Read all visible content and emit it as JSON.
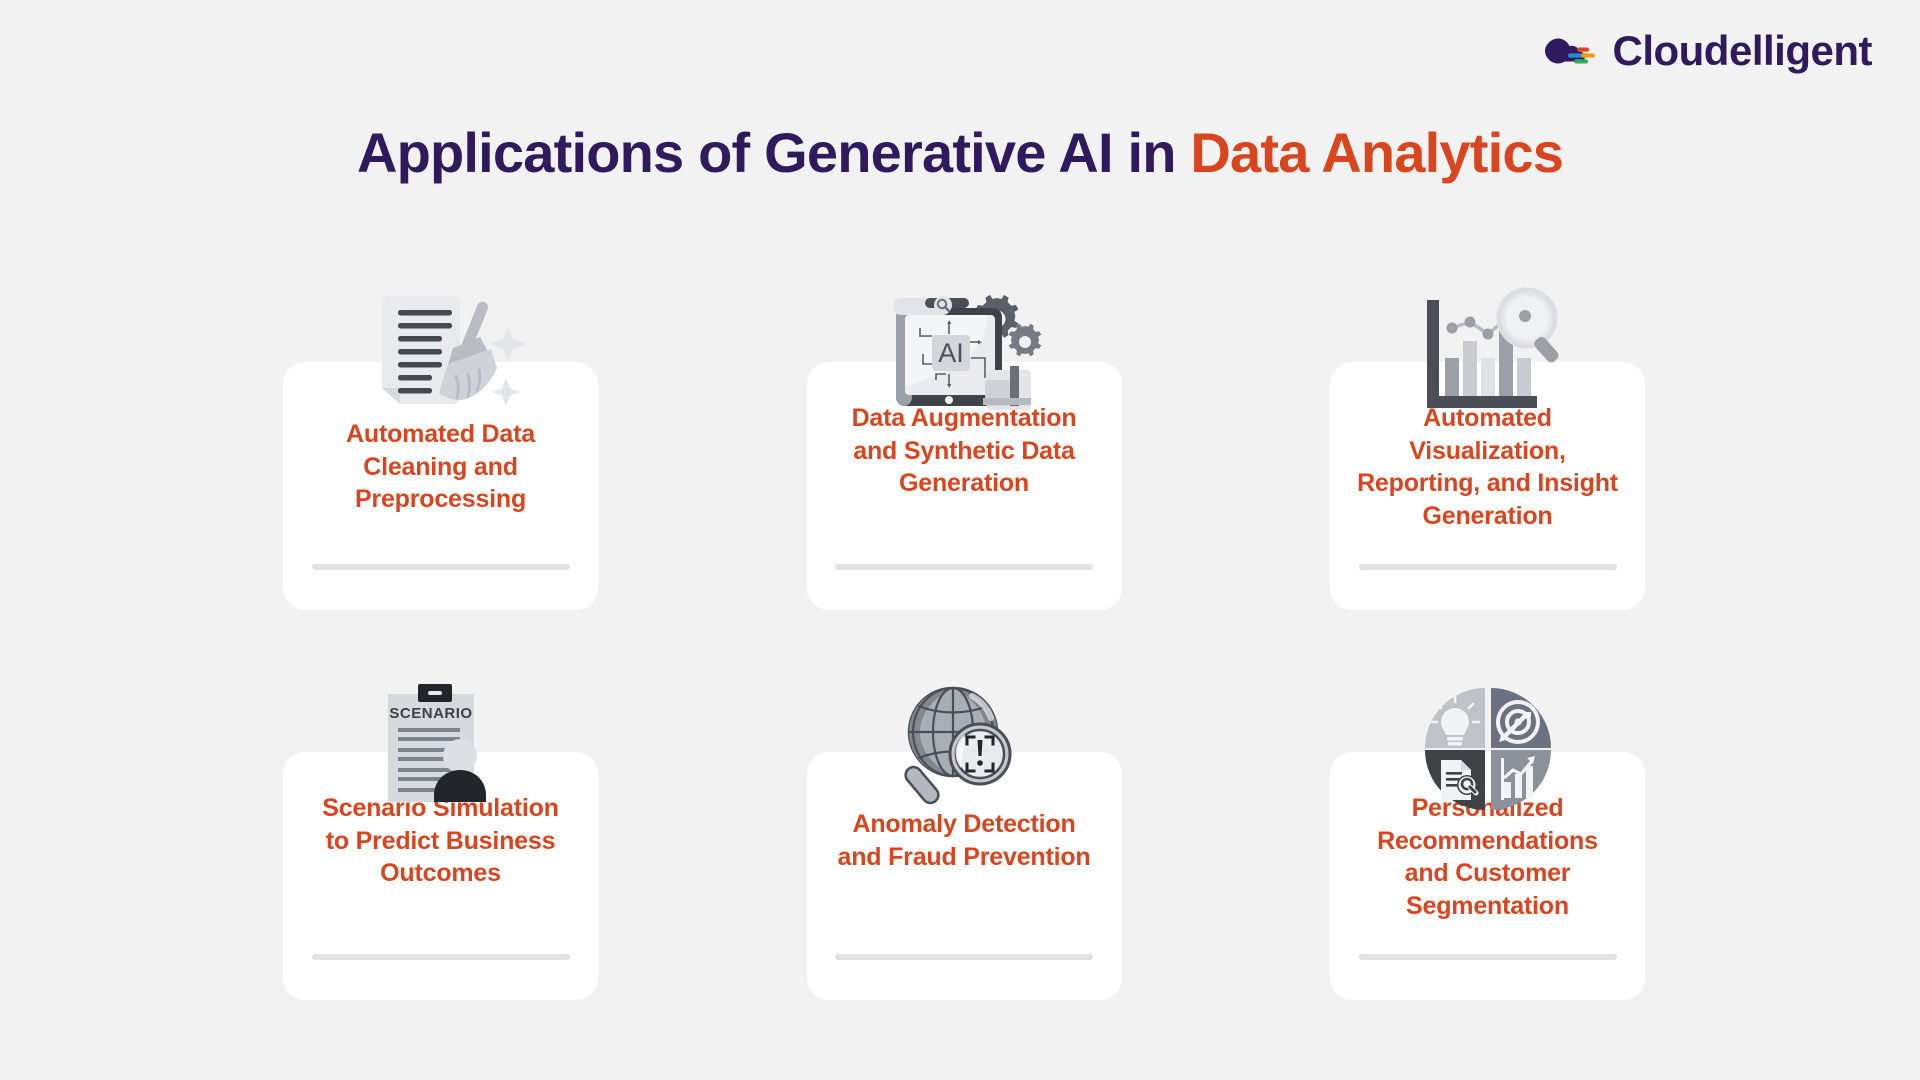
{
  "brand": {
    "name": "Cloudelligent",
    "logo_icon": "cloud-logo-icon",
    "navy": "#2f1a5e",
    "accent": "#d9451f",
    "bar_colors": [
      "#d9451f",
      "#1f8fd4",
      "#f59b10",
      "#2fae5e"
    ]
  },
  "title": {
    "primary": "Applications of Generative AI in",
    "highlight": "Data Analytics"
  },
  "background_color": "#f2f2f2",
  "card_background_color": "#ffffff",
  "divider_color": "#e2e2e2",
  "cards": [
    {
      "title": "Automated Data Cleaning and Preprocessing",
      "icon": "document-broom-sparkle-icon"
    },
    {
      "title": "Data Augmentation and Synthetic Data Generation",
      "icon": "tablet-ai-gears-icon",
      "icon_label": "AI"
    },
    {
      "title": "Automated Visualization, Reporting, and Insight Generation",
      "icon": "bar-chart-magnifier-icon"
    },
    {
      "title": "Scenario Simulation to Predict Business Outcomes",
      "icon": "clipboard-person-icon",
      "icon_label": "SCENARIO"
    },
    {
      "title": "Anomaly Detection and Fraud Prevention",
      "icon": "globe-magnifier-alert-icon"
    },
    {
      "title": "Personalized Recommendations and Customer Segmentation",
      "icon": "four-quadrant-pie-icon"
    }
  ]
}
